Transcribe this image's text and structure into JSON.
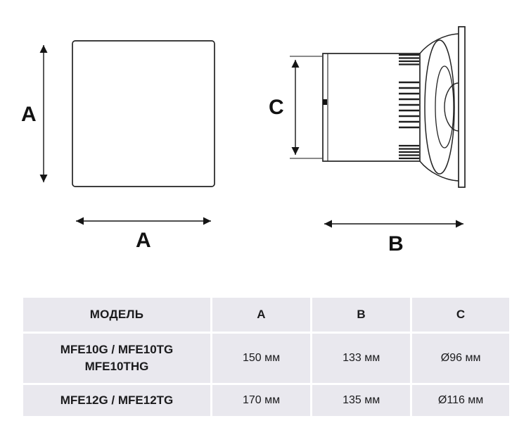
{
  "diagram": {
    "labels": {
      "front_height": "A",
      "front_width": "A",
      "side_height": "C",
      "side_depth": "B"
    }
  },
  "table": {
    "headers": {
      "model": "МОДЕЛЬ",
      "a": "A",
      "b": "B",
      "c": "C"
    },
    "rows": [
      {
        "model": "MFE10G / MFE10TG\nMFE10THG",
        "a": "150 мм",
        "b": "133 мм",
        "c": "Ø96 мм"
      },
      {
        "model": "MFE12G / MFE12TG",
        "a": "170 мм",
        "b": "135 мм",
        "c": "Ø116 мм"
      }
    ]
  }
}
